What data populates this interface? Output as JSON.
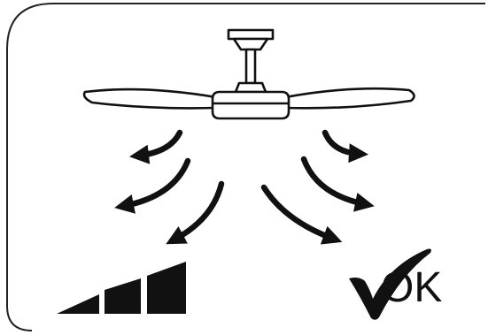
{
  "status": {
    "ok_label": "OK",
    "check_icon": "checkmark-icon"
  },
  "colors": {
    "ink": "#111111",
    "background": "#ffffff"
  },
  "icons": {
    "fan": "ceiling-fan-icon",
    "airflow": "airflow-arrow-icon",
    "speed": "speed-level-icon"
  },
  "speed_level": {
    "active_bars": 3,
    "total_bars": 3
  }
}
